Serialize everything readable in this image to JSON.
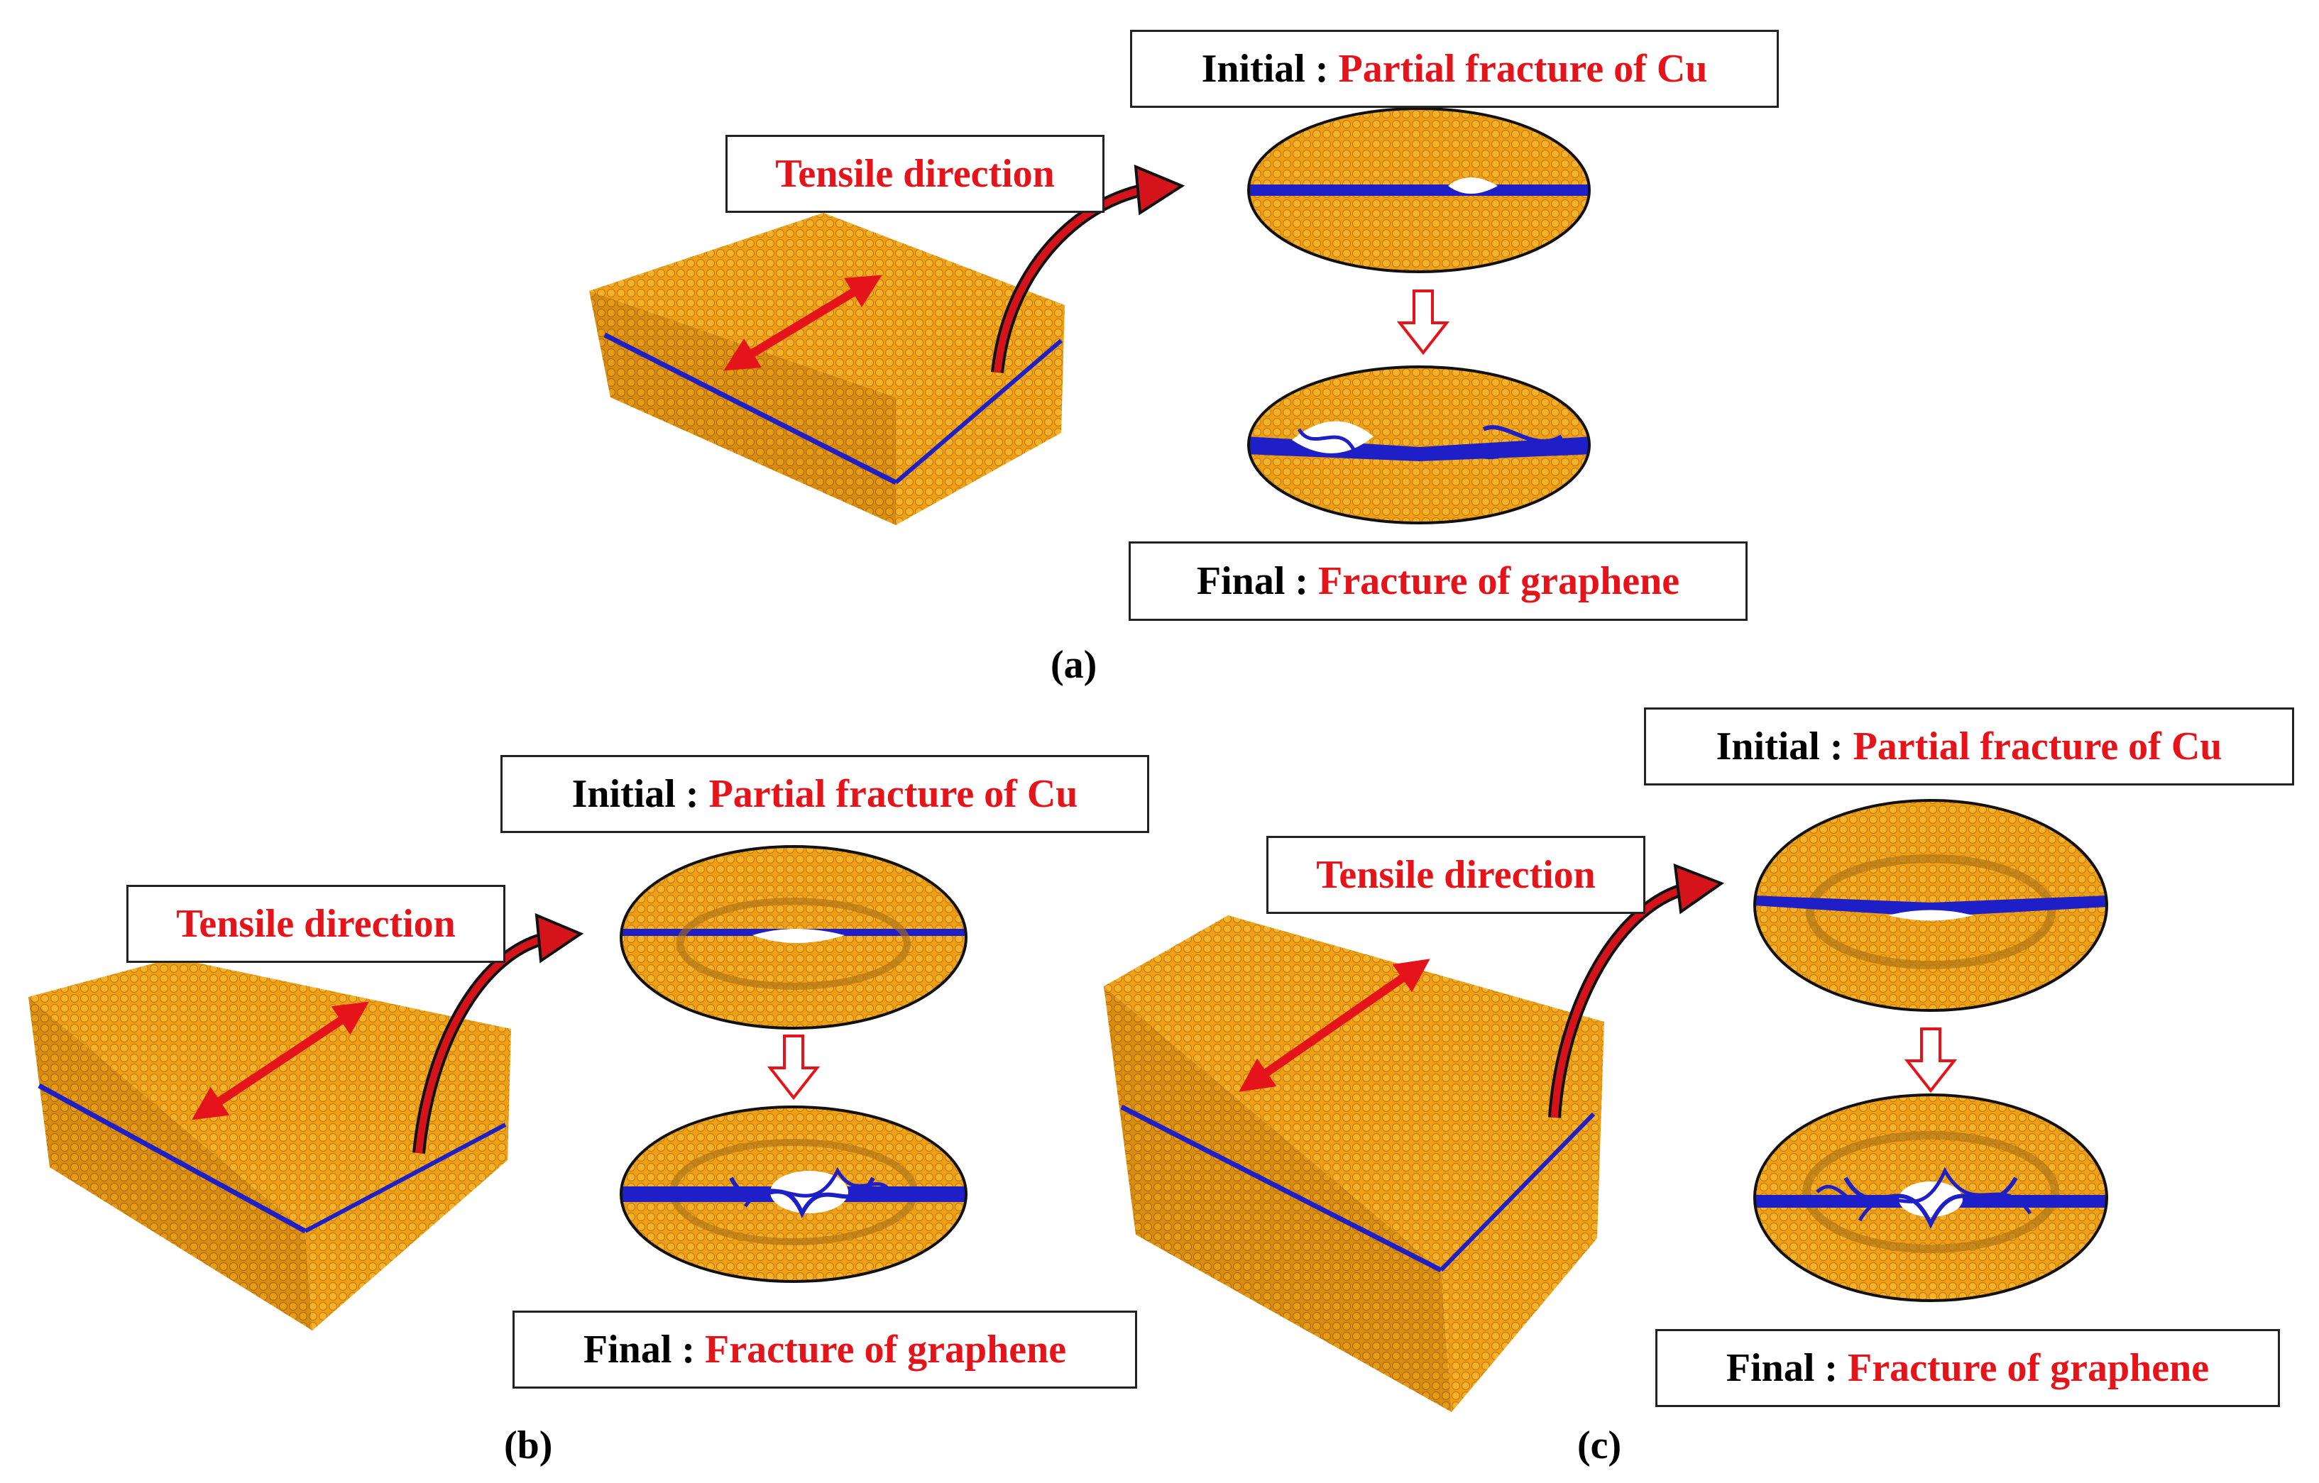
{
  "panel_a": {
    "tensile": "Tensile direction",
    "initial_key": "Initial :",
    "initial_val": "Partial fracture of Cu",
    "final_key": "Final :",
    "final_val": "Fracture of graphene",
    "caption": "(a)"
  },
  "panel_b": {
    "tensile": "Tensile direction",
    "initial_key": "Initial :",
    "initial_val": "Partial fracture of Cu",
    "final_key": "Final :",
    "final_val": "Fracture of graphene",
    "caption": "(b)"
  },
  "panel_c": {
    "tensile": "Tensile direction",
    "initial_key": "Initial :",
    "initial_val": "Partial fracture of Cu",
    "final_key": "Final :",
    "final_val": "Fracture of graphene",
    "caption": "(c)"
  },
  "colors": {
    "copper": "#f0a015",
    "graphene": "#1f1fc8",
    "accent": "#e5141b"
  }
}
